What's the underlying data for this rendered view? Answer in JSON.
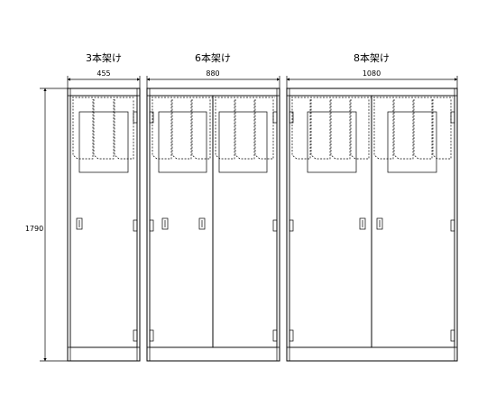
{
  "cabinets": [
    {
      "title": "3本架け",
      "width_label": "455"
    },
    {
      "title": "6本架け",
      "width_label": "880"
    },
    {
      "title": "8本架け",
      "width_label": "1080"
    }
  ],
  "height_label": "1790"
}
